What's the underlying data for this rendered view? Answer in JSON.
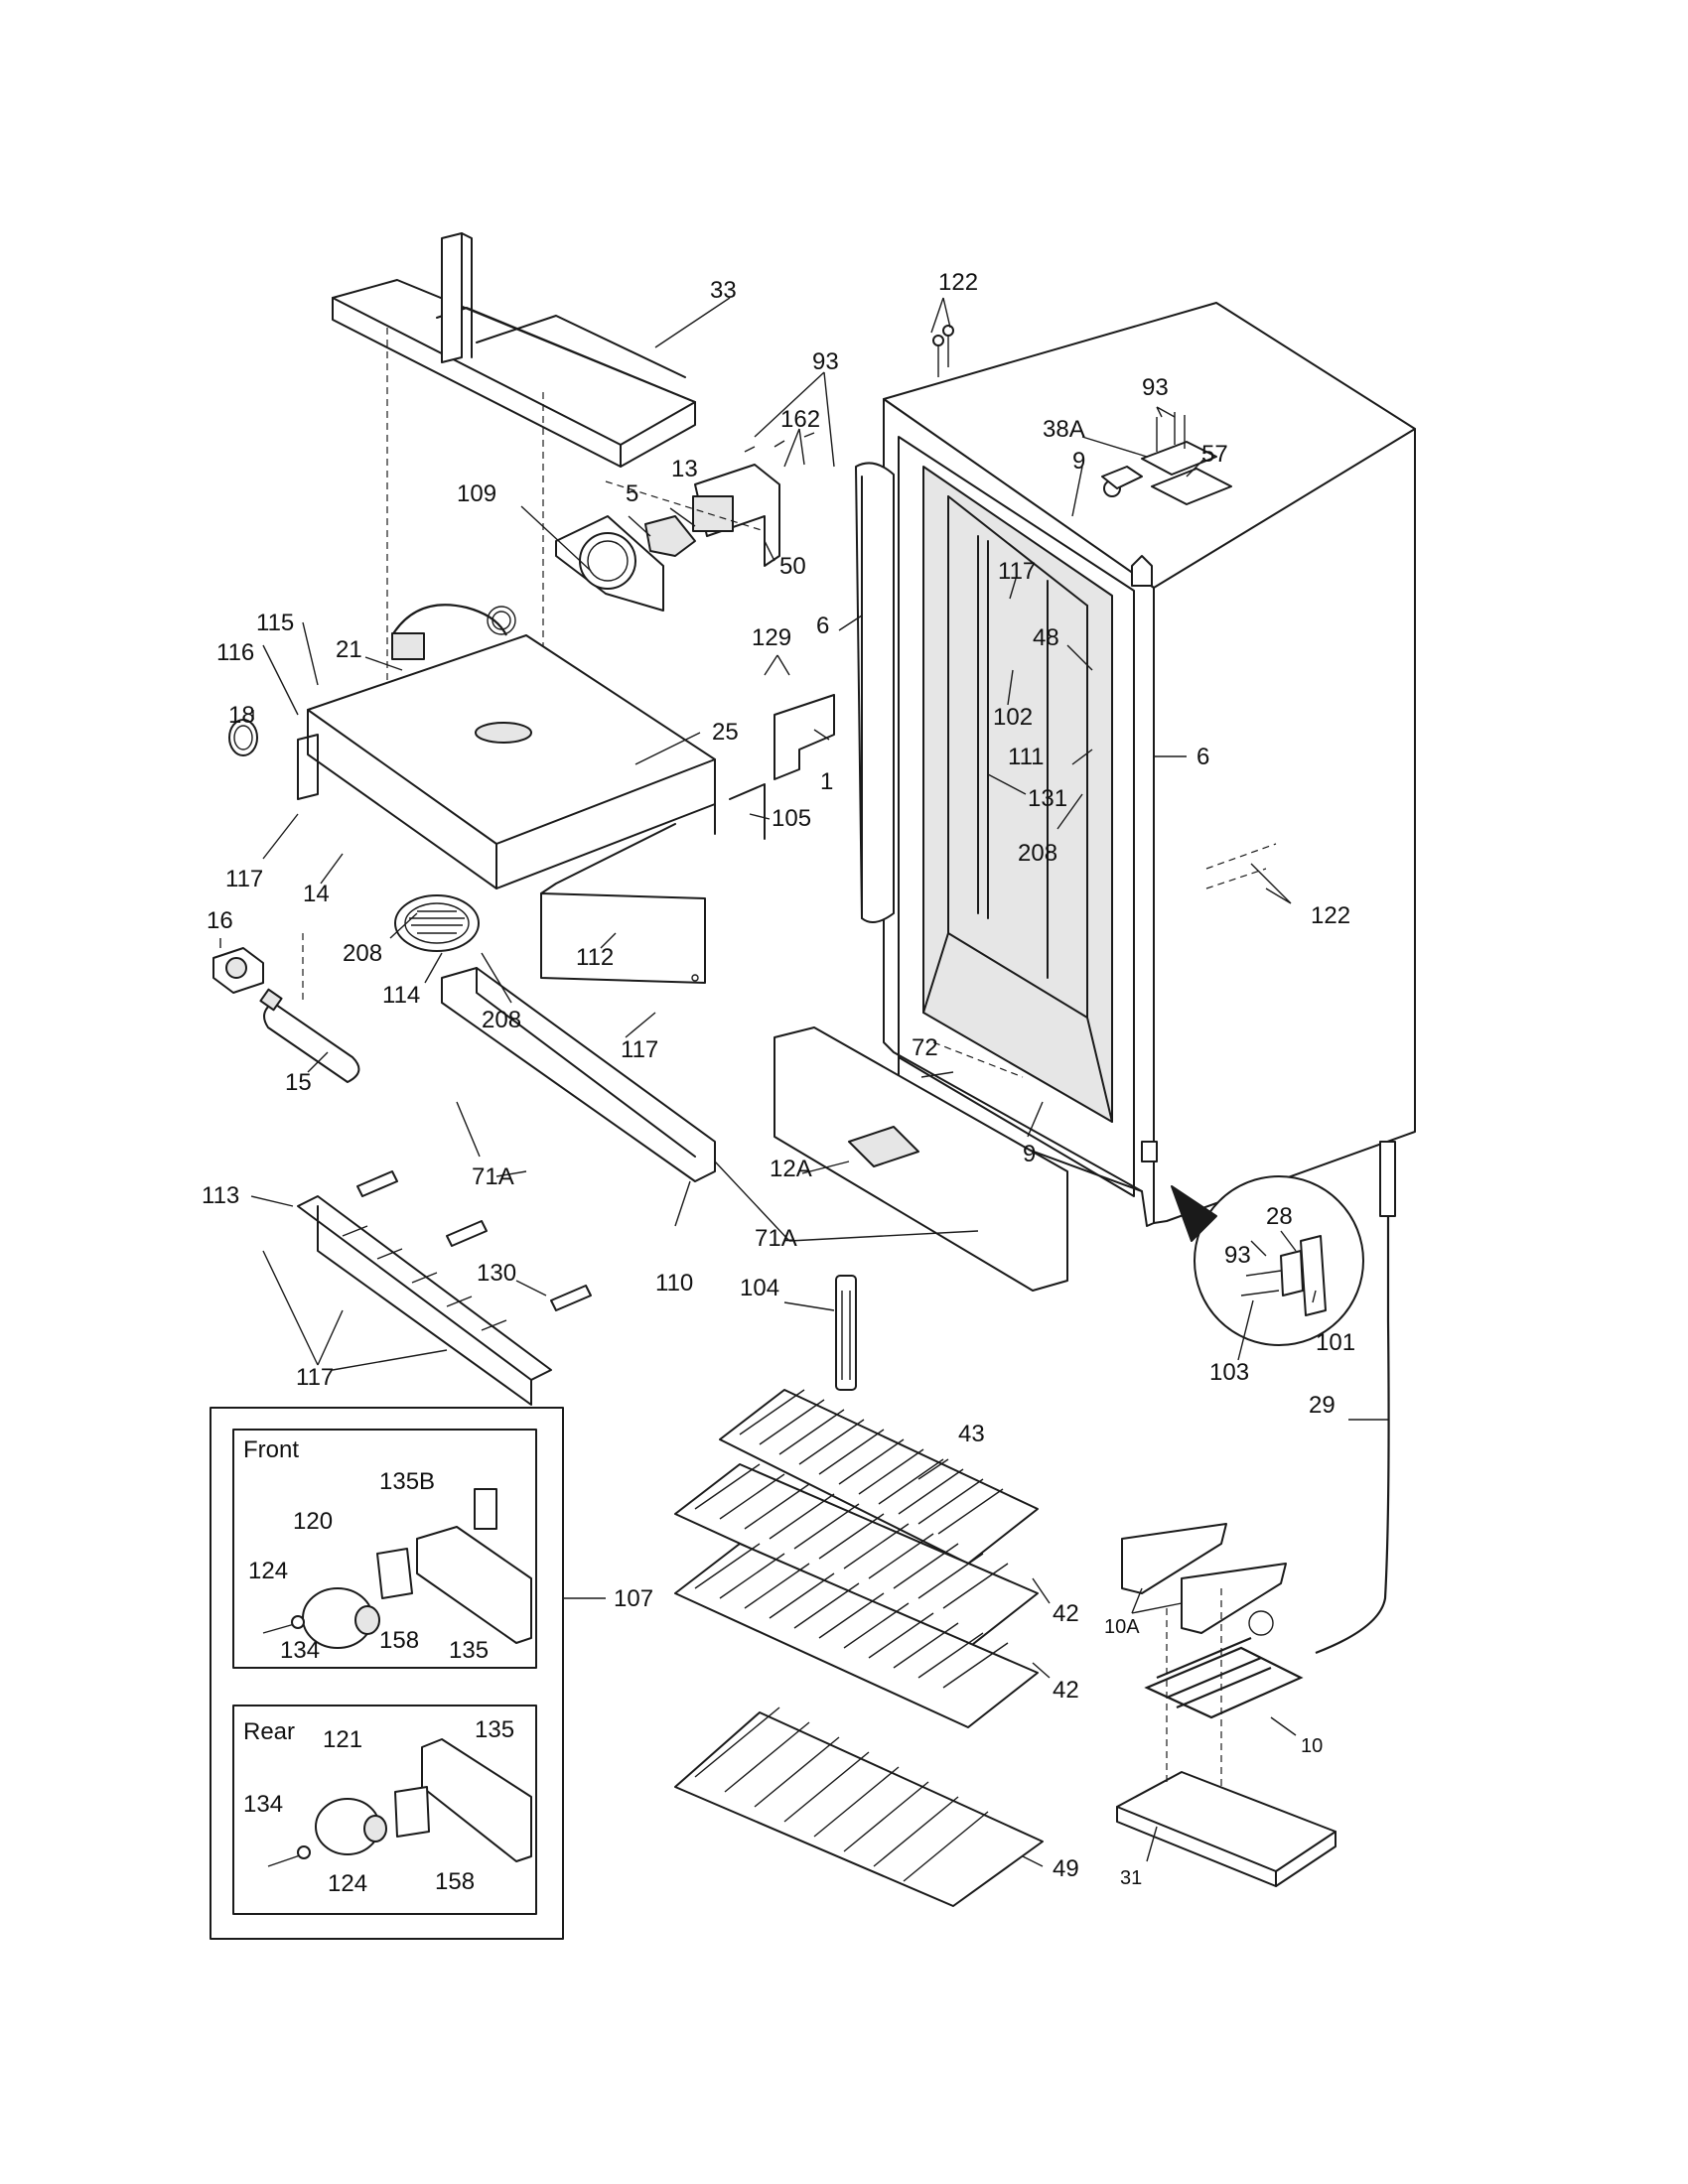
{
  "callouts": [
    {
      "id": "33",
      "text": "33"
    },
    {
      "id": "122a",
      "text": "122"
    },
    {
      "id": "93a",
      "text": "93"
    },
    {
      "id": "162",
      "text": "162"
    },
    {
      "id": "13",
      "text": "13"
    },
    {
      "id": "5",
      "text": "5"
    },
    {
      "id": "109",
      "text": "109"
    },
    {
      "id": "50",
      "text": "50"
    },
    {
      "id": "93b",
      "text": "93"
    },
    {
      "id": "38A",
      "text": "38A"
    },
    {
      "id": "57",
      "text": "57"
    },
    {
      "id": "9a",
      "text": "9"
    },
    {
      "id": "117a",
      "text": "117"
    },
    {
      "id": "48",
      "text": "48"
    },
    {
      "id": "6a",
      "text": "6"
    },
    {
      "id": "129",
      "text": "129"
    },
    {
      "id": "102",
      "text": "102"
    },
    {
      "id": "115",
      "text": "115"
    },
    {
      "id": "21",
      "text": "21"
    },
    {
      "id": "116",
      "text": "116"
    },
    {
      "id": "18",
      "text": "18"
    },
    {
      "id": "25",
      "text": "25"
    },
    {
      "id": "1",
      "text": "1"
    },
    {
      "id": "111",
      "text": "111"
    },
    {
      "id": "6b",
      "text": "6"
    },
    {
      "id": "131",
      "text": "131"
    },
    {
      "id": "105",
      "text": "105"
    },
    {
      "id": "208a",
      "text": "208"
    },
    {
      "id": "117b",
      "text": "117"
    },
    {
      "id": "14",
      "text": "14"
    },
    {
      "id": "122b",
      "text": "122"
    },
    {
      "id": "16",
      "text": "16"
    },
    {
      "id": "208b",
      "text": "208"
    },
    {
      "id": "112",
      "text": "112"
    },
    {
      "id": "114",
      "text": "114"
    },
    {
      "id": "208c",
      "text": "208"
    },
    {
      "id": "117c",
      "text": "117"
    },
    {
      "id": "15",
      "text": "15"
    },
    {
      "id": "72",
      "text": "72"
    },
    {
      "id": "9b",
      "text": "9"
    },
    {
      "id": "71Aa",
      "text": "71A"
    },
    {
      "id": "12A",
      "text": "12A"
    },
    {
      "id": "113",
      "text": "113"
    },
    {
      "id": "28",
      "text": "28"
    },
    {
      "id": "71Ab",
      "text": "71A"
    },
    {
      "id": "93c",
      "text": "93"
    },
    {
      "id": "130",
      "text": "130"
    },
    {
      "id": "110",
      "text": "110"
    },
    {
      "id": "104",
      "text": "104"
    },
    {
      "id": "101",
      "text": "101"
    },
    {
      "id": "103",
      "text": "103"
    },
    {
      "id": "117d",
      "text": "117"
    },
    {
      "id": "29",
      "text": "29"
    },
    {
      "id": "43",
      "text": "43"
    },
    {
      "id": "42a",
      "text": "42"
    },
    {
      "id": "42b",
      "text": "42"
    },
    {
      "id": "10A",
      "text": "10A"
    },
    {
      "id": "10",
      "text": "10"
    },
    {
      "id": "49",
      "text": "49"
    },
    {
      "id": "31",
      "text": "31"
    },
    {
      "id": "107",
      "text": "107"
    }
  ],
  "inset": {
    "front": {
      "title": "Front",
      "labels": {
        "l135B": "135B",
        "l120": "120",
        "l124": "124",
        "l158": "158",
        "l134": "134",
        "l135": "135"
      }
    },
    "rear": {
      "title": "Rear",
      "labels": {
        "l121": "121",
        "l135": "135",
        "l134": "134",
        "l124": "124",
        "l158": "158"
      }
    }
  }
}
